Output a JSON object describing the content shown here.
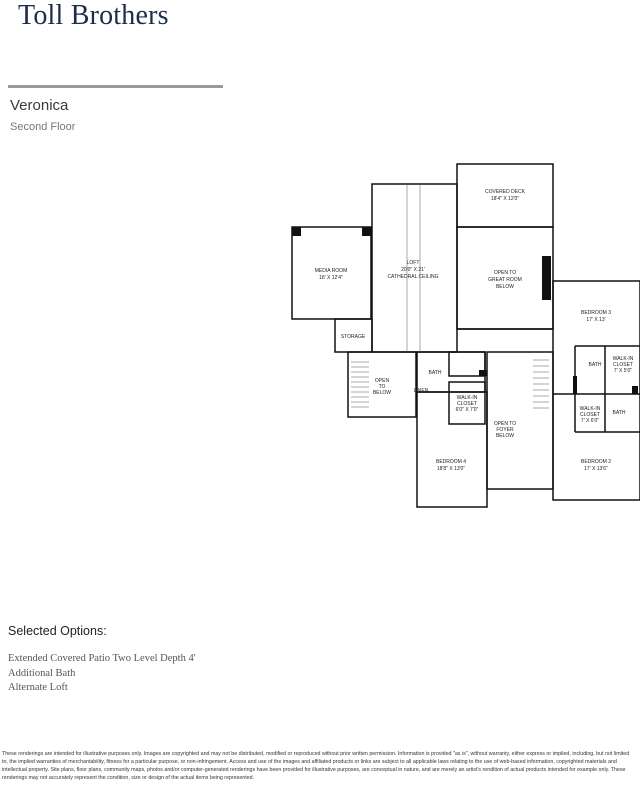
{
  "brand": {
    "logo_text": "Toll Brothers"
  },
  "header": {
    "model_name": "Veronica",
    "floor_name": "Second Floor"
  },
  "floorplan": {
    "rooms": {
      "covered_deck": {
        "name": "COVERED DECK",
        "size": "18'4\" X 12'0\""
      },
      "loft": {
        "name": "LOFT",
        "size": "20'0\" X 21'",
        "note": "CATHEDRAL CEILING"
      },
      "media_room": {
        "name": "MEDIA ROOM",
        "size": "18' X 12'4\""
      },
      "open_great_room": {
        "line1": "OPEN TO",
        "line2": "GREAT ROOM",
        "line3": "BELOW"
      },
      "bedroom_3": {
        "name": "BEDROOM 3",
        "size": "17' X 13'"
      },
      "storage": {
        "name": "STORAGE"
      },
      "bath_1": {
        "name": "BATH"
      },
      "open_below": {
        "line1": "OPEN",
        "line2": "TO",
        "line3": "BELOW"
      },
      "linen": {
        "name": "LINEN"
      },
      "wic_1": {
        "line1": "WALK-IN",
        "line2": "CLOSET",
        "line3": "6'0\" X 7'0\""
      },
      "open_foyer": {
        "line1": "OPEN TO",
        "line2": "FOYER",
        "line3": "BELOW"
      },
      "bath_2": {
        "name": "BATH"
      },
      "wic_2": {
        "line1": "WALK-IN",
        "line2": "CLOSET",
        "line3": "7' X 5'0\""
      },
      "wic_3": {
        "line1": "WALK-IN",
        "line2": "CLOSET",
        "line3": "7' X 6'0\""
      },
      "bath_3": {
        "name": "BATH"
      },
      "bedroom_4": {
        "name": "BEDROOM 4",
        "size": "18'8\" X 13'0\""
      },
      "bedroom_2": {
        "name": "BEDROOM 2",
        "size": "17' X 13'6\""
      }
    }
  },
  "options": {
    "title": "Selected Options:",
    "items": [
      "Extended Covered Patio Two Level Depth 4'",
      "Additional Bath",
      "Alternate Loft"
    ]
  },
  "disclaimer": "These renderings are intended for illustrative purposes only. Images are copyrighted and may not be distributed, modified or reproduced without prior written permission. Information is provided \"as is\", without warranty, either express or implied, including, but not limited to, the implied warranties of merchantability, fitness for a particular purpose, or non-infringement. Access and use of the images and affiliated products or links are subject to all applicable laws relating to the use of web-based information, copyrighted materials and intellectual property. Site plans, floor plans, community maps, photos and/or computer-generated renderings have been provided for illustrative purposes, are conceptual in nature, and are merely an artist's rendition of actual products intended for example only. These renderings may not accurately represent the condition, size or design of the actual items being represented."
}
